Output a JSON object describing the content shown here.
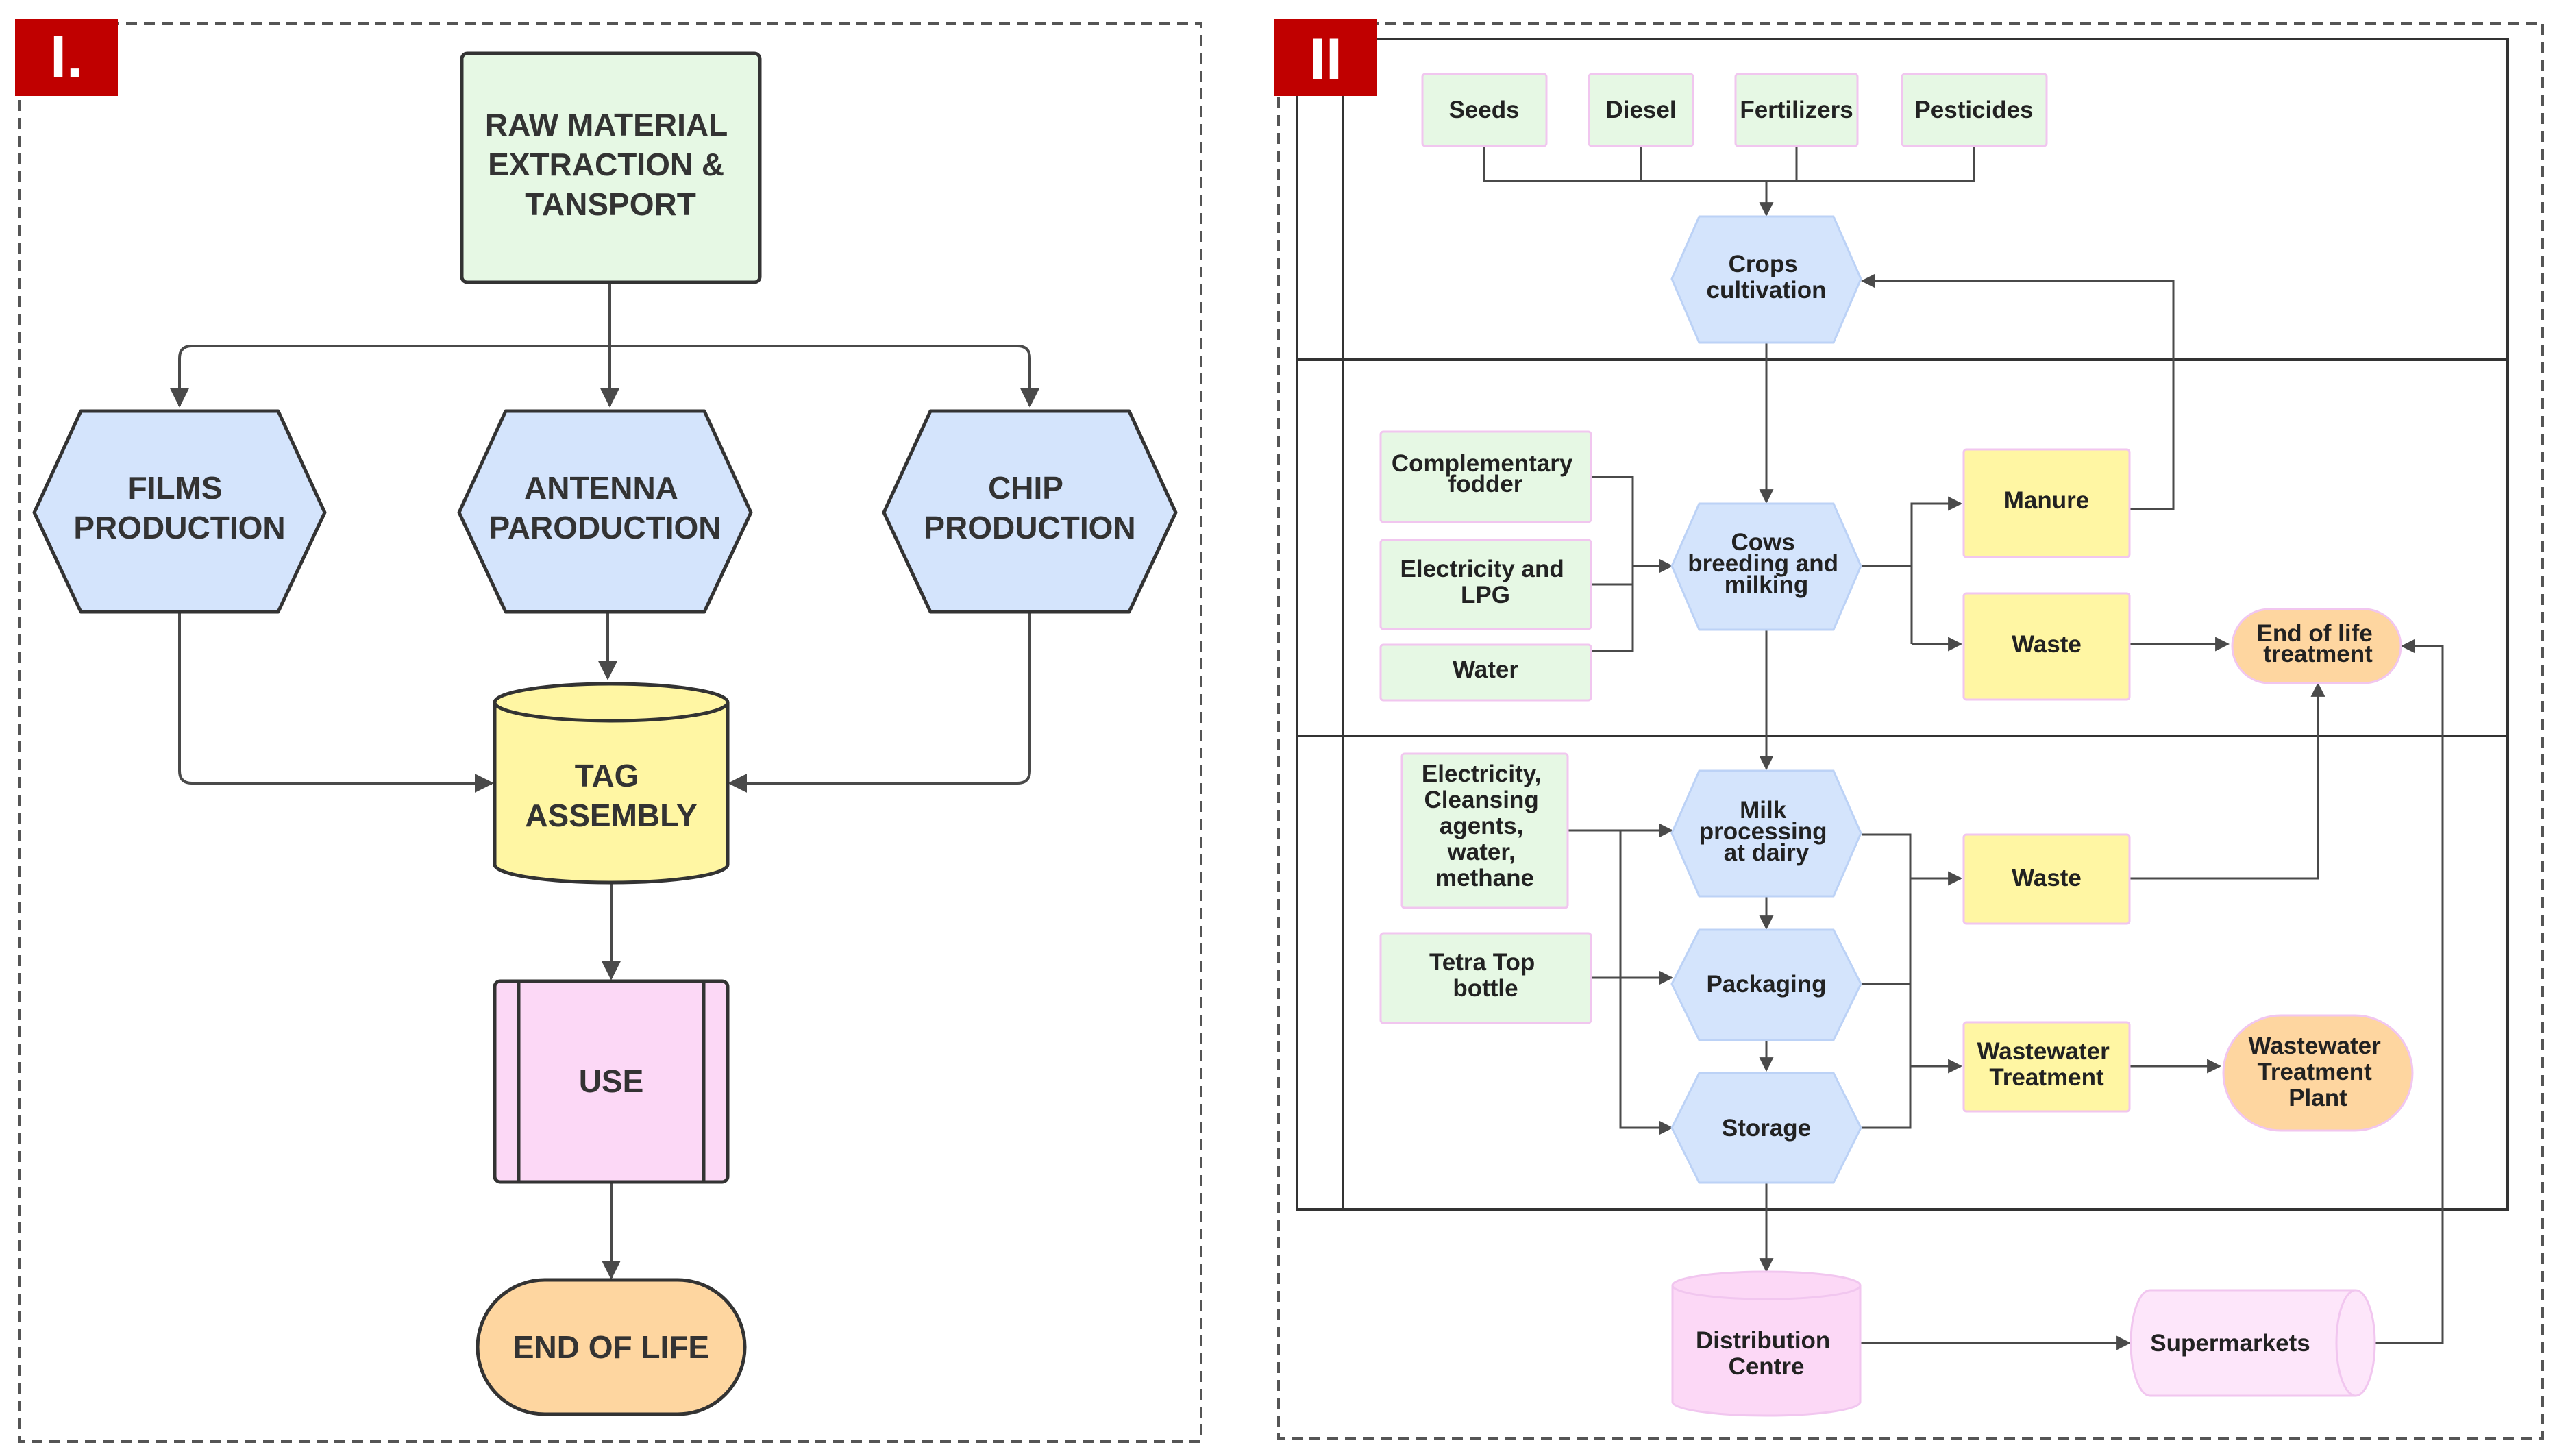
{
  "colors": {
    "green": "#e6f8e4",
    "blue": "#d4e4fc",
    "yellow": "#fff6a3",
    "pink": "#fcd8f6",
    "orange": "#fed6a0",
    "badge": "#c00000",
    "line": "#4a4a4a"
  },
  "panel1": {
    "badge": "I.",
    "raw_material": [
      "RAW MATERIAL",
      "EXTRACTION &",
      "TANSPORT"
    ],
    "films": [
      "FILMS",
      "PRODUCTION"
    ],
    "antenna": [
      "ANTENNA",
      "PARODUCTION"
    ],
    "chip": [
      "CHIP",
      "PRODUCTION"
    ],
    "tag_assembly": [
      "TAG",
      "ASSEMBLY"
    ],
    "use": "USE",
    "end_of_life": "END OF LIFE"
  },
  "panel2": {
    "badge": "II",
    "seeds": "Seeds",
    "diesel": "Diesel",
    "fertilizers": "Fertilizers",
    "pesticides": "Pesticides",
    "crops": [
      "Crops",
      "cultivation"
    ],
    "complementary_fodder": [
      "Complementary",
      "fodder"
    ],
    "electricity_lpg": [
      "Electricity and",
      "LPG"
    ],
    "water": "Water",
    "cows": [
      "Cows",
      "breeding and",
      "milking"
    ],
    "manure": "Manure",
    "waste_farm": "Waste",
    "end_of_life_treatment": [
      "End of life",
      "treatment"
    ],
    "dairy_inputs": [
      "Electricity,",
      "Cleansing",
      "agents,",
      "water,",
      "methane"
    ],
    "milk_processing": [
      "Milk",
      "processing",
      "at dairy"
    ],
    "tetra_top": [
      "Tetra Top",
      "bottle"
    ],
    "packaging": "Packaging",
    "storage": "Storage",
    "waste_dairy": "Waste",
    "wastewater_treatment": [
      "Wastewater",
      "Treatment"
    ],
    "wwtp": [
      "Wastewater",
      "Treatment",
      "Plant"
    ],
    "distribution": [
      "Distribution",
      "Centre"
    ],
    "supermarkets": "Supermarkets"
  }
}
